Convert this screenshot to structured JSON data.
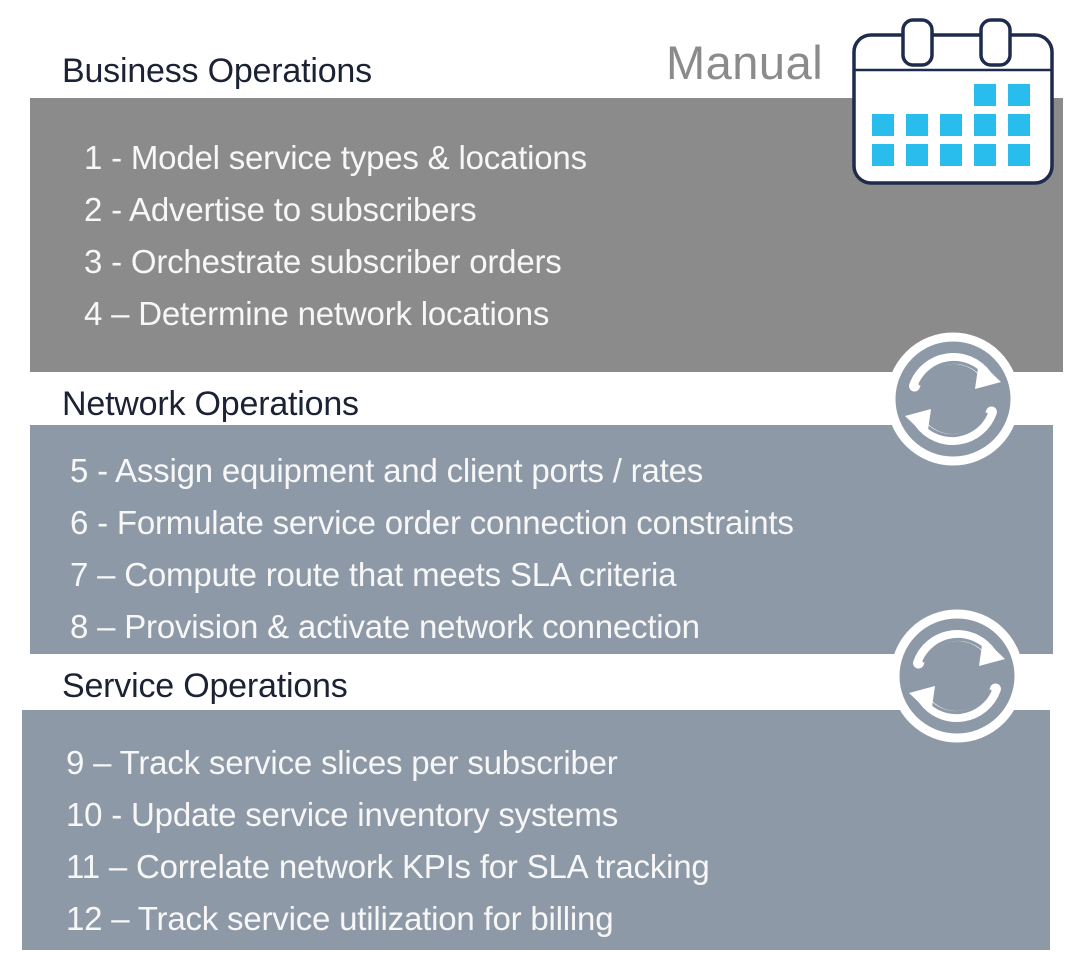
{
  "annotation": {
    "manual_label": "Manual"
  },
  "colors": {
    "business_box": "#8b8b8b",
    "network_box": "#8e99a7",
    "service_box": "#8e99a7",
    "heading_text": "#1b2233",
    "item_text": "#f7f7f7",
    "manual_text": "#8b8b8b",
    "calendar_outline": "#1f2b4d",
    "calendar_fill": "#ffffff",
    "calendar_day": "#29bdee",
    "sync_fill": "#8e99a7",
    "sync_ring": "#ffffff"
  },
  "sections": [
    {
      "title": "Business Operations",
      "items": [
        "1 - Model service types & locations",
        "2 - Advertise to subscribers",
        "3 - Orchestrate subscriber orders",
        "4 – Determine network locations"
      ]
    },
    {
      "title": "Network Operations",
      "items": [
        "5 - Assign equipment and client ports / rates",
        "6 - Formulate service order connection constraints",
        "7 – Compute route that meets SLA criteria",
        "8 – Provision & activate network connection"
      ]
    },
    {
      "title": "Service Operations",
      "items": [
        "9 – Track service slices per subscriber",
        "10 - Update service inventory systems",
        "11 – Correlate network KPIs for SLA tracking",
        "12 – Track service utilization for billing"
      ]
    }
  ]
}
